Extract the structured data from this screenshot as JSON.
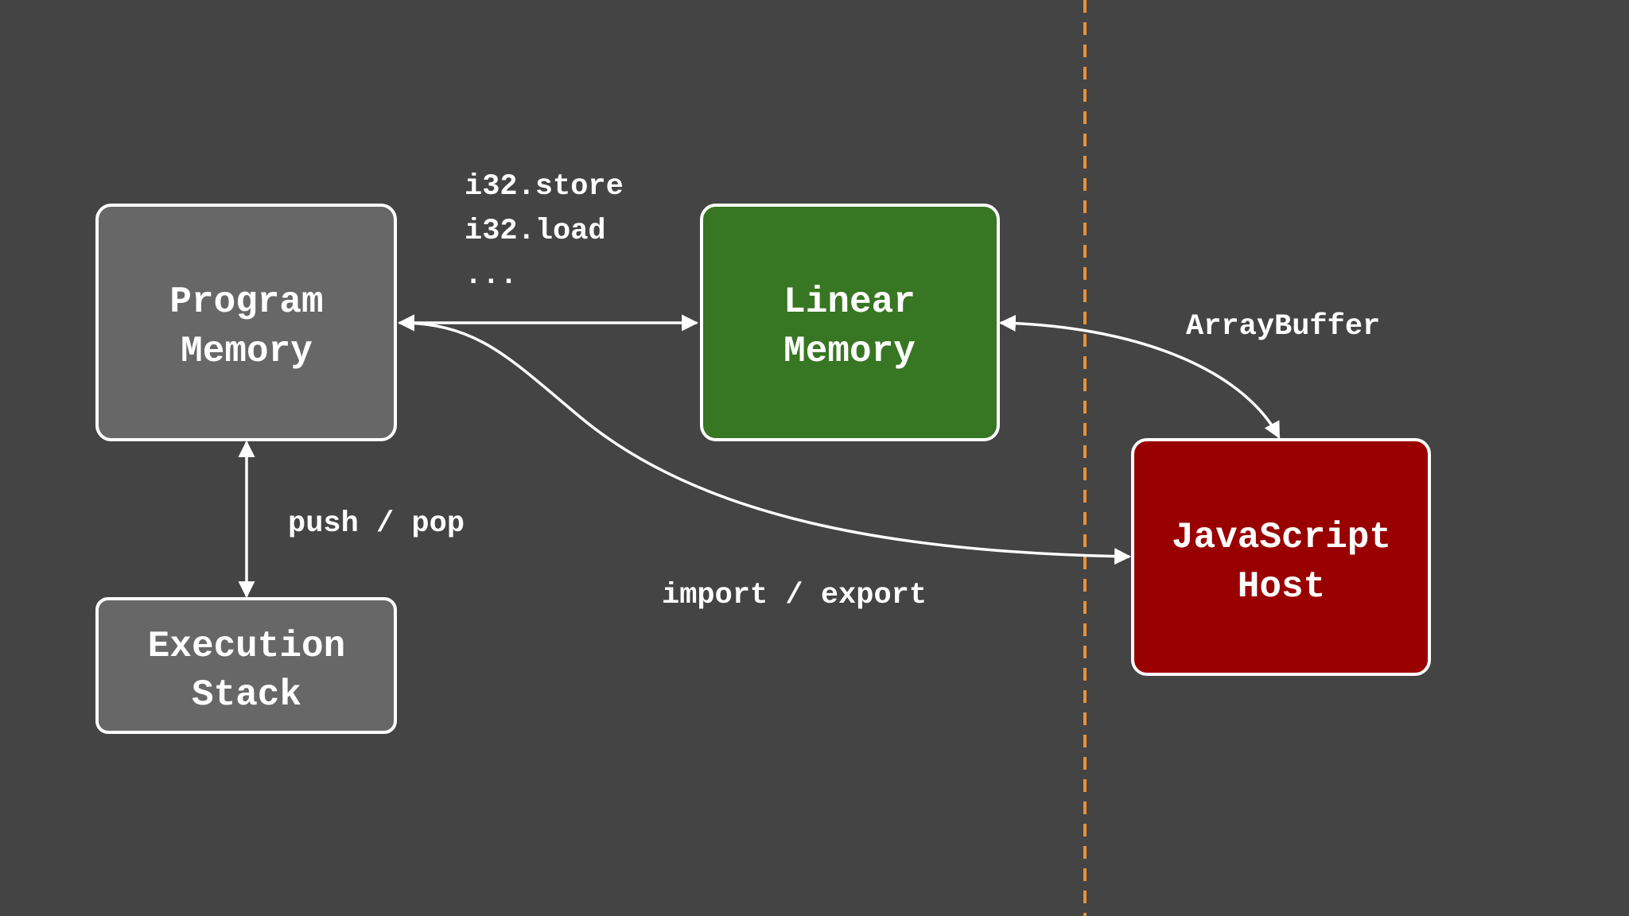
{
  "colors": {
    "background": "#444444",
    "box_gray": "#676767",
    "box_green": "#377622",
    "box_red": "#990000",
    "stroke": "#ffffff",
    "divider": "#e8913a"
  },
  "nodes": {
    "program_memory": {
      "line1": "Program",
      "line2": "Memory"
    },
    "execution_stack": {
      "line1": "Execution",
      "line2": "Stack"
    },
    "linear_memory": {
      "line1": "Linear",
      "line2": "Memory"
    },
    "javascript_host": {
      "line1": "JavaScript",
      "line2": "Host"
    }
  },
  "edges": {
    "memory_ops": {
      "line1": "i32.store",
      "line2": "i32.load",
      "line3": "..."
    },
    "stack_ops": "push / pop",
    "host_link": "import / export",
    "buffer_link": "ArrayBuffer"
  }
}
